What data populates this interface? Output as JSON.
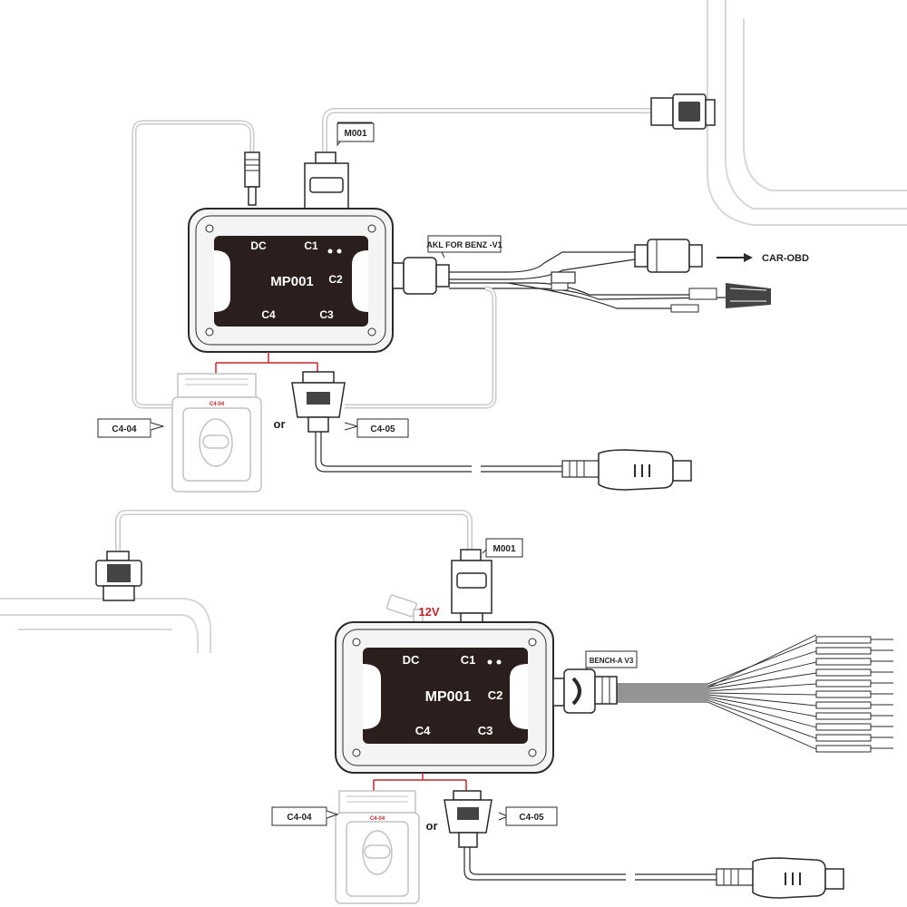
{
  "diagram_top": {
    "device_label": "MP001",
    "port_dc": "DC",
    "port_c1": "C1",
    "port_c2": "C2",
    "port_c3": "C3",
    "port_c4": "C4",
    "callout_m001": "M001",
    "callout_akl": "AKL FOR BENZ -V1",
    "car_obd": "CAR-OBD",
    "callout_c404": "C4-04",
    "callout_c405": "C4-05",
    "adapter_text": "C4-04",
    "or_text": "or"
  },
  "diagram_bottom": {
    "device_label": "MP001",
    "port_dc": "DC",
    "port_c1": "C1",
    "port_c2": "C2",
    "port_c3": "C3",
    "port_c4": "C4",
    "callout_m001": "M001",
    "power_label": "12V",
    "callout_bench": "BENCH-A V3",
    "callout_c404": "C4-04",
    "callout_c405": "C4-05",
    "adapter_text": "C4-04",
    "or_text": "or"
  },
  "colors": {
    "line": "#2a2a2a",
    "light": "#c9c9c9",
    "panel": "#2a1f1c",
    "accent_red": "#c0282d",
    "body_fill": "#f4f4f4"
  }
}
